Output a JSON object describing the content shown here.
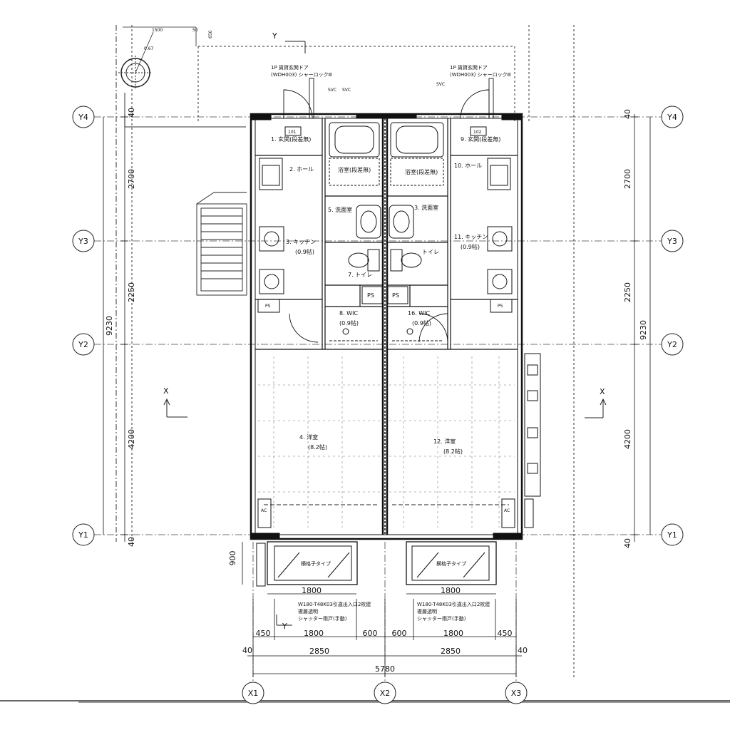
{
  "grid": {
    "y4": "Y4",
    "y3": "Y3",
    "y2": "Y2",
    "y1": "Y1",
    "x1": "X1",
    "x2": "X2",
    "x3": "X3"
  },
  "section_markers": {
    "y": "Y",
    "x": "X"
  },
  "doors": {
    "left_title": "1P 賃貸玄関ドア",
    "left_model": "(WDH003) シャーロックⅢ",
    "right_title": "1P 賃貸玄関ドア",
    "right_model": "(WDH003) シャーロックⅢ"
  },
  "units": {
    "left": "101",
    "right": "102"
  },
  "rooms_left": {
    "entry": "1. 玄関(段差無)",
    "hall": "2. ホール",
    "kitchen": "3. キッチン",
    "kitchen_area": "(0.9帖)",
    "bath": "浴室(段差無)",
    "washroom": "5. 洗面室",
    "toilet": "7. トイレ",
    "wic": "8. WIC",
    "wic_area": "(0.9帖)",
    "western": "4. 洋室",
    "western_area": "(8.2帖)"
  },
  "rooms_right": {
    "entry": "9. 玄関(段差無)",
    "hall": "10. ホール",
    "kitchen": "11. キッチン",
    "kitchen_area": "(0.9帖)",
    "bath": "浴室(段差無)",
    "washroom": "3. 洗面室",
    "toilet": "トイレ",
    "wic": "16. WIC",
    "wic_area": "(0.9帖)",
    "western": "12. 洋室",
    "western_area": "(8.2帖)"
  },
  "misc": {
    "ps": "PS",
    "ac": "AC",
    "svc": "SVC"
  },
  "balcony": {
    "left_type": "横格子タイプ",
    "right_type": "横格子タイプ",
    "left_window": [
      "W180-T48K03引違出入口2枚建",
      "複層透明",
      "シャッター雨戸(手動)"
    ],
    "right_window": [
      "W180-T48K03引違出入口2枚建",
      "複層透明",
      "シャッター雨戸(手動)"
    ]
  },
  "dims": {
    "left_2700": "2700",
    "left_2250": "2250",
    "left_4200": "4200",
    "left_9230": "9230",
    "left_40_top": "40",
    "left_40_bot": "40",
    "left_900": "900",
    "right_2700": "2700",
    "right_2250": "2250",
    "right_4200": "4200",
    "right_9230": "9230",
    "right_40_top": "40",
    "right_40_bot": "40",
    "bal_left_1800": "1800",
    "bal_right_1800": "1800",
    "b450a": "450",
    "b1800a": "1800",
    "b600a": "600",
    "b600b": "600",
    "b1800b": "1800",
    "b450b": "450",
    "c40a": "40",
    "c2850a": "2850",
    "c2850b": "2850",
    "c40b": "40",
    "total": "5780",
    "top_1500": "1500",
    "top_50": "50",
    "top_650": "650",
    "manhole": "0.67"
  }
}
